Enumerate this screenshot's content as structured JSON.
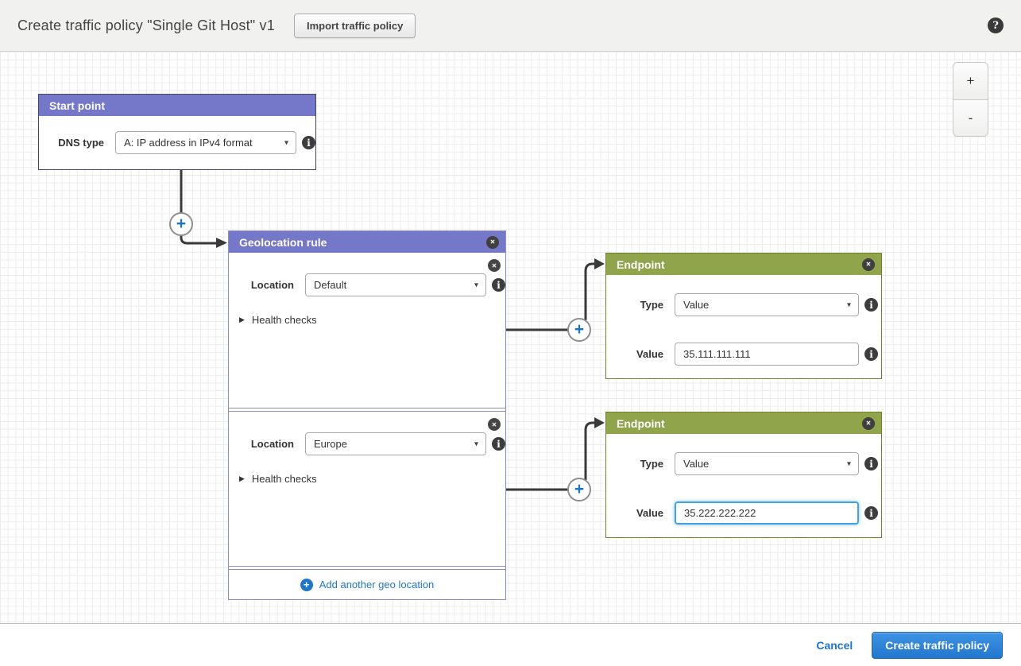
{
  "header": {
    "title": "Create traffic policy \"Single Git Host\" v1",
    "import_button": "Import traffic policy"
  },
  "icons": {
    "help": "?",
    "close": "✕",
    "info": "i",
    "plus": "+",
    "minus": "-",
    "caret": "▾",
    "collapsed_arrow": "▶"
  },
  "canvas": {
    "zoom_in": "+",
    "zoom_out": "-",
    "start_point": {
      "title": "Start point",
      "dns_type_label": "DNS type",
      "dns_type_value": "A: IP address in IPv4 format"
    },
    "geolocation_rule": {
      "title": "Geolocation rule",
      "locations": [
        {
          "label": "Location",
          "value": "Default",
          "health_checks": "Health checks"
        },
        {
          "label": "Location",
          "value": "Europe",
          "health_checks": "Health checks"
        }
      ],
      "add_link": "Add another geo location"
    },
    "endpoints": [
      {
        "title": "Endpoint",
        "type_label": "Type",
        "type_value": "Value",
        "value_label": "Value",
        "value": "35.111.111.111"
      },
      {
        "title": "Endpoint",
        "type_label": "Type",
        "type_value": "Value",
        "value_label": "Value",
        "value": "35.222.222.222"
      }
    ]
  },
  "footer": {
    "cancel": "Cancel",
    "create": "Create traffic policy"
  },
  "colors": {
    "rule_header": "#7577c8",
    "endpoint_header": "#90a44c",
    "accent_blue": "#1f76c8",
    "connector": "#3a3a3a"
  }
}
